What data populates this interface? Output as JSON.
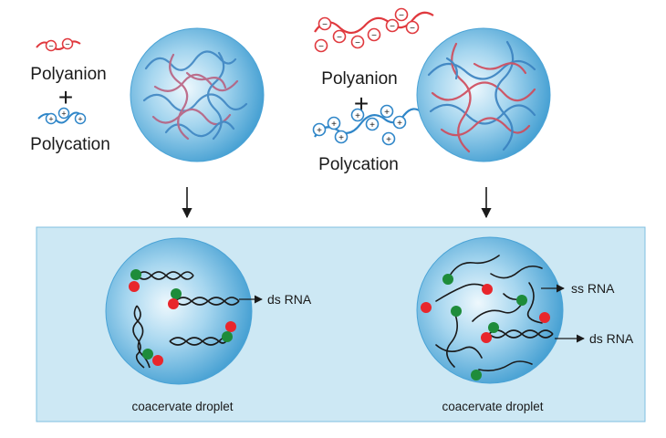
{
  "top": {
    "left": {
      "polyanion_label": "Polyanion",
      "plus_sign": "+",
      "polycation_label": "Polycation"
    },
    "right": {
      "polyanion_label": "Polyanion",
      "plus_sign": "+",
      "polycation_label": "Polycation"
    },
    "anion_charge": "−",
    "cation_charge": "+"
  },
  "bottom": {
    "left_droplet": {
      "caption": "coacervate droplet",
      "dsrna_label": "ds RNA"
    },
    "right_droplet": {
      "caption": "coacervate droplet",
      "ssrna_label": "ss RNA",
      "dsrna_label": "ds RNA"
    }
  },
  "colors": {
    "anion_red": "#e0393e",
    "cation_blue": "#2f86c8",
    "droplet_blue": "#5fb3e0",
    "panel_fill": "#cde8f4",
    "dot_red": "#e8262c",
    "dot_green": "#1e8c3a"
  }
}
